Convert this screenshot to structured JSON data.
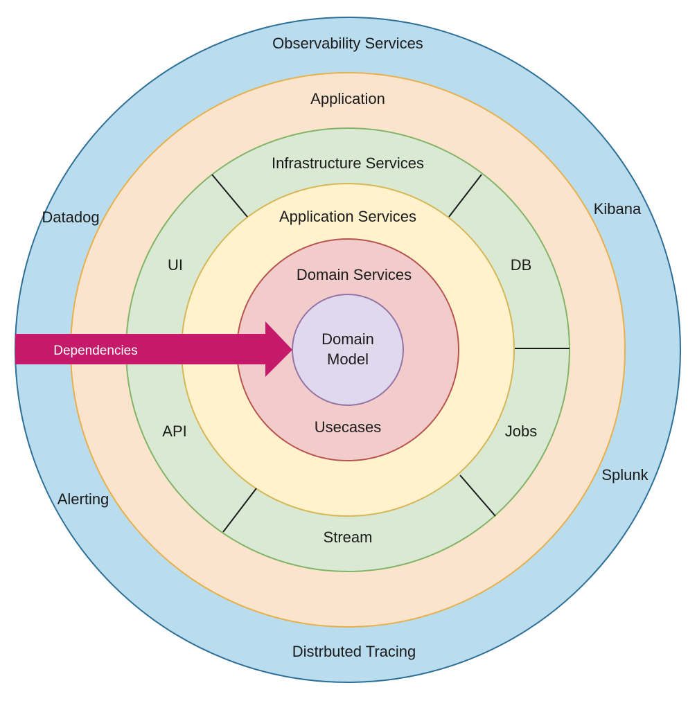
{
  "colors": {
    "observability_fill": "#b9dcee",
    "observability_stroke": "#2e6f96",
    "application_fill": "#fbe4cd",
    "application_stroke": "#e8b04a",
    "infrastructure_fill": "#d9e9d3",
    "infrastructure_stroke": "#82b366",
    "app_services_fill": "#fff2cc",
    "app_services_stroke": "#d6b656",
    "domain_services_fill": "#f2cccb",
    "domain_services_stroke": "#b85450",
    "domain_model_fill": "#e0d8ec",
    "domain_model_stroke": "#9673a6",
    "arrow_fill": "#c5196b",
    "divider": "#1a1a1a"
  },
  "rings": {
    "observability": {
      "title": "Observability Services",
      "datadog": "Datadog",
      "kibana": "Kibana",
      "alerting": "Alerting",
      "splunk": "Splunk",
      "tracing": "Distrbuted Tracing"
    },
    "application": {
      "title": "Application"
    },
    "infrastructure": {
      "title": "Infrastructure Services",
      "ui": "UI",
      "db": "DB",
      "api": "API",
      "jobs": "Jobs",
      "stream": "Stream"
    },
    "application_services": {
      "title": "Application Services"
    },
    "domain_services": {
      "title": "Domain Services",
      "usecases": "Usecases"
    },
    "domain_model": {
      "line1": "Domain",
      "line2": "Model"
    }
  },
  "arrow": {
    "label": "Dependencies"
  }
}
